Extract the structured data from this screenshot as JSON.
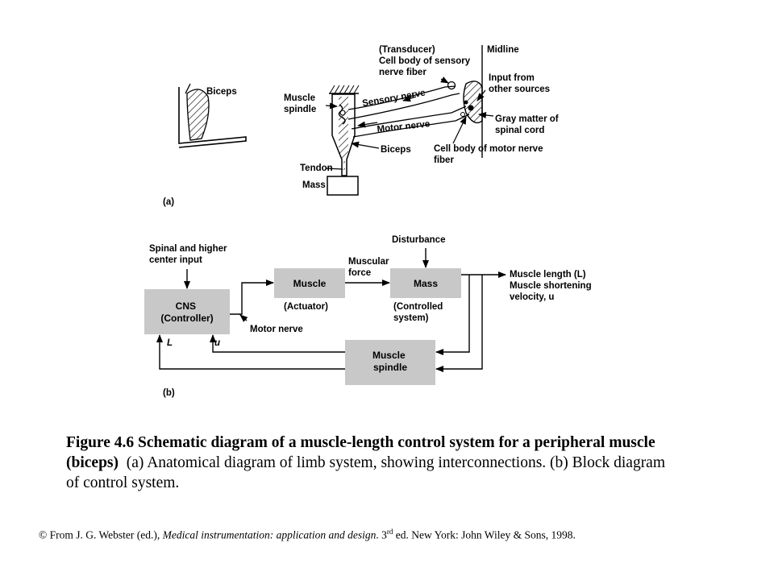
{
  "part_a": {
    "panel_label": "(a)",
    "arm_label": "Biceps",
    "spindle_label": [
      "Muscle",
      "spindle"
    ],
    "transducer_label": [
      "(Transducer)",
      "Cell body of sensory",
      "nerve fiber"
    ],
    "midline_label": "Midline",
    "input_label": [
      "Input from",
      "other sources"
    ],
    "sensory_nerve_label": "Sensory nerve",
    "motor_nerve_label": "Motor nerve",
    "gray_matter_label": [
      "Gray matter of",
      "spinal cord"
    ],
    "biceps_label": "Biceps",
    "motor_cell_label": [
      "Cell body of motor nerve",
      "fiber"
    ],
    "tendon_label": "Tendon",
    "mass_label": "Mass"
  },
  "part_b": {
    "panel_label": "(b)",
    "spinal_input_label": [
      "Spinal and higher",
      "center input"
    ],
    "cns_box": [
      "CNS",
      "(Controller)"
    ],
    "muscle_box": "Muscle",
    "actuator_label": "(Actuator)",
    "muscular_force_label": [
      "Muscular",
      "force"
    ],
    "disturbance_label": "Disturbance",
    "mass_box": "Mass",
    "controlled_label": [
      "(Controlled",
      "system)"
    ],
    "output_label": [
      "Muscle length (L)",
      "Muscle shortening",
      "velocity, u"
    ],
    "motor_nerve_label": "Motor nerve",
    "feedback_l_label": "L",
    "feedback_u_label": "u",
    "spindle_box": [
      "Muscle",
      "spindle"
    ],
    "box_color": "#c8c8c8"
  },
  "caption": {
    "bold": "Figure 4.6 Schematic diagram of a muscle-length control system for a peripheral muscle (biceps)",
    "rest": "(a) Anatomical diagram of limb system, showing interconnections. (b) Block diagram of control system."
  },
  "credit": {
    "prefix": "© From J. G. Webster (ed.), ",
    "title": "Medical instrumentation: application and design",
    "edition_num": ". 3",
    "edition_sup": "rd",
    "suffix": " ed. New York: John Wiley & Sons, 1998."
  }
}
